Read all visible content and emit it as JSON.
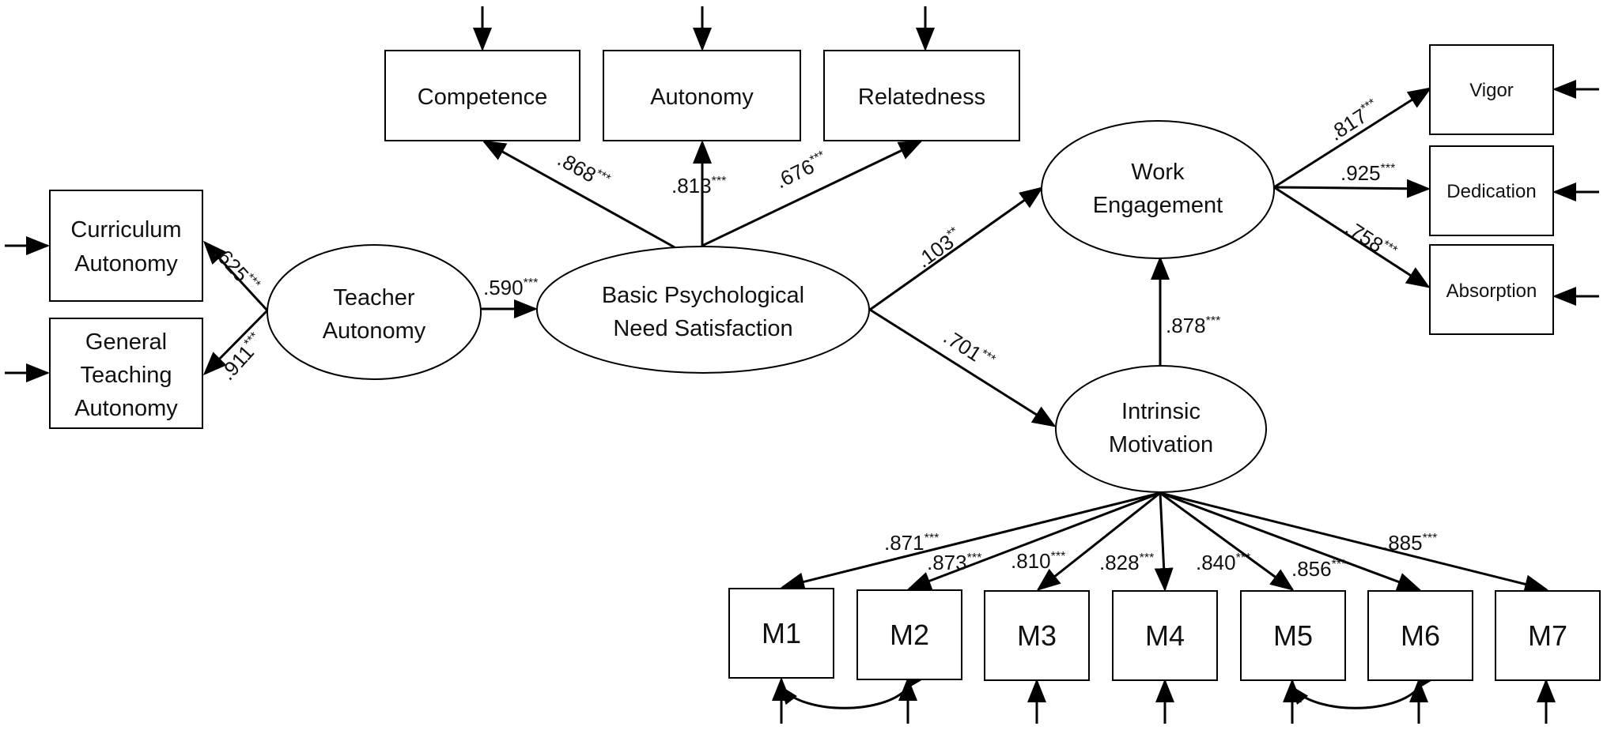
{
  "nodes": {
    "curriculum_autonomy": {
      "lines": [
        "Curriculum",
        "Autonomy"
      ]
    },
    "general_teaching_autonomy": {
      "lines": [
        "General",
        "Teaching",
        "Autonomy"
      ]
    },
    "teacher_autonomy": {
      "lines": [
        "Teacher",
        "Autonomy"
      ]
    },
    "bpns": {
      "lines": [
        "Basic Psychological",
        "Need Satisfaction"
      ]
    },
    "competence": {
      "lines": [
        "Competence"
      ]
    },
    "autonomy": {
      "lines": [
        "Autonomy"
      ]
    },
    "relatedness": {
      "lines": [
        "Relatedness"
      ]
    },
    "work_engagement": {
      "lines": [
        "Work",
        "Engagement"
      ]
    },
    "intrinsic_motivation": {
      "lines": [
        "Intrinsic",
        "Motivation"
      ]
    },
    "vigor": {
      "lines": [
        "Vigor"
      ]
    },
    "dedication": {
      "lines": [
        "Dedication"
      ]
    },
    "absorption": {
      "lines": [
        "Absorption"
      ]
    },
    "m1": {
      "lines": [
        "M1"
      ]
    },
    "m2": {
      "lines": [
        "M2"
      ]
    },
    "m3": {
      "lines": [
        "M3"
      ]
    },
    "m4": {
      "lines": [
        "M4"
      ]
    },
    "m5": {
      "lines": [
        "M5"
      ]
    },
    "m6": {
      "lines": [
        "M6"
      ]
    },
    "m7": {
      "lines": [
        "M7"
      ]
    }
  },
  "paths": {
    "ta_curriculum": {
      "value": ".625",
      "sig": "***"
    },
    "ta_general": {
      "value": ".911",
      "sig": "***"
    },
    "ta_bpns": {
      "value": ".590",
      "sig": "***"
    },
    "bpns_competence": {
      "value": ".868",
      "sig": "***"
    },
    "bpns_autonomy": {
      "value": ".813",
      "sig": "***"
    },
    "bpns_relatedness": {
      "value": ".676",
      "sig": "***"
    },
    "bpns_we": {
      "value": ".103",
      "sig": "**"
    },
    "bpns_im": {
      "value": ".701",
      "sig": "***"
    },
    "im_we": {
      "value": ".878",
      "sig": "***"
    },
    "we_vigor": {
      "value": ".817",
      "sig": "***"
    },
    "we_dedication": {
      "value": ".925",
      "sig": "***"
    },
    "we_absorption": {
      "value": ".758",
      "sig": "***"
    },
    "im_m1": {
      "value": ".871",
      "sig": "***"
    },
    "im_m2": {
      "value": ".873",
      "sig": "***"
    },
    "im_m3": {
      "value": ".810",
      "sig": "***"
    },
    "im_m4": {
      "value": ".828",
      "sig": "***"
    },
    "im_m5": {
      "value": ".840",
      "sig": "***"
    },
    "im_m6": {
      "value": ".856",
      "sig": "***"
    },
    "im_m7": {
      "value": ".885",
      "sig": "***"
    }
  },
  "colors": {
    "stroke": "#000000",
    "text": "#111111",
    "background": "#ffffff"
  }
}
